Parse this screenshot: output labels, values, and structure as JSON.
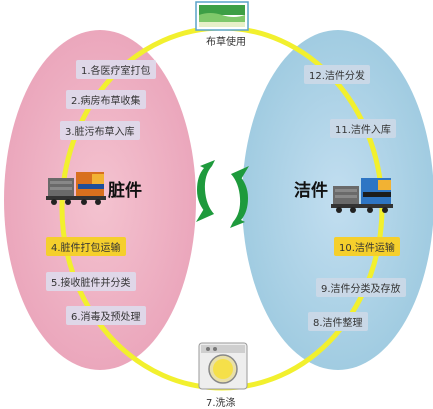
{
  "zones": {
    "dirty_label": "脏件",
    "clean_label": "洁件"
  },
  "top": {
    "caption": "布草使用"
  },
  "bottom": {
    "caption": "7.洗涤"
  },
  "steps_left": [
    "1.各医疗室打包",
    "2.病房布草收集",
    "3.脏污布草入库",
    "4.脏件打包运输",
    "5.接收脏件并分类",
    "6.消毒及预处理"
  ],
  "steps_right": [
    "12.洁件分发",
    "11.洁件入库",
    "10.洁件运输",
    "9.洁件分类及存放",
    "8.洁件整理"
  ],
  "colors": {
    "dirty_zone": "#ecaabe",
    "clean_zone": "#a8cfe1",
    "cycle_ring": "#f2f02e",
    "arrows": "#1e9a3c",
    "highlight": "#f5cf2c"
  }
}
